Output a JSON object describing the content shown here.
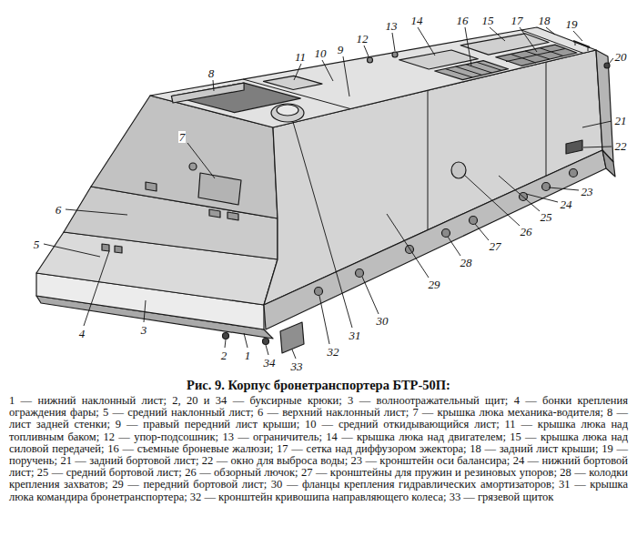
{
  "diagram": {
    "title": "Рис. 9. Корпус бронетранспортера БТР-50П:",
    "caption": "1 — нижний наклонный лист; 2, 20 и 34 — буксирные крюки; 3 — волноотражательный щит; 4 — бонки крепления ограждения фары; 5 — средний наклонный лист; 6 — верхний наклонный лист; 7 — крышка люка механика-водителя; 8 — лист задней стенки; 9 — правый передний лист крыши; 10 — средний откидывающийся лист; 11 — крышка люка над топливным баком; 12 — упор-подсошник; 13 — ограничитель; 14 — крышка люка над двигателем; 15 — крышка люка над силовой передачей; 16 — съемные броневые жалюзи; 17 — сетка над диффузором эжектора; 18 — задний лист крыши; 19 — поручень; 21 — задний бортовой лист; 22 — окно для выброса воды; 23 — кронштейн оси балансира; 24 — нижний бортовой лист; 25 — средний бортовой лист; 26 — обзорный лючок; 27 — кронштейны для пружин и резиновых упоров; 28 — колодки крепления захватов; 29 — передний бортовой лист; 30 — фланцы крепления гидравлических амортизаторов; 31 — крышка люка командира бронетранспортера; 32 — кронштейн кривошипа направляющего колеса; 33 — грязевой щиток",
    "labels": [
      "1",
      "2",
      "3",
      "4",
      "5",
      "6",
      "7",
      "8",
      "9",
      "10",
      "11",
      "12",
      "13",
      "14",
      "15",
      "16",
      "17",
      "18",
      "19",
      "20",
      "21",
      "22",
      "23",
      "24",
      "25",
      "26",
      "27",
      "28",
      "29",
      "30",
      "31",
      "32",
      "33",
      "34"
    ]
  }
}
